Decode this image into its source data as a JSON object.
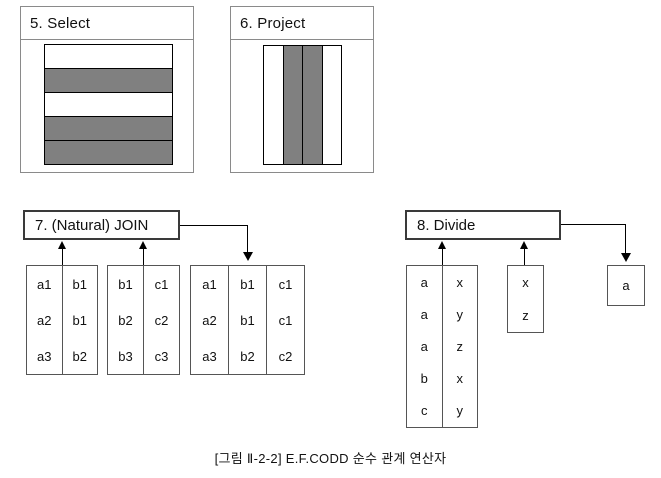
{
  "figure": {
    "caption": "[그림 Ⅱ-2-2] E.F.CODD 순수 관계 연산자",
    "colors": {
      "fill_gray": "#808080",
      "line_black": "#000000",
      "panel_border": "#8a8a8a",
      "background": "#ffffff"
    }
  },
  "operators": {
    "select": {
      "title": "5. Select",
      "diagram_type": "horizontal-stripes",
      "rows": [
        "empty",
        "fill",
        "empty",
        "fill",
        "fill"
      ]
    },
    "project": {
      "title": "6. Project",
      "diagram_type": "vertical-stripes",
      "columns": [
        "empty",
        "fill",
        "fill",
        "empty"
      ]
    },
    "join": {
      "title": "7. (Natural) JOIN",
      "tables": [
        {
          "name": "join-operand-1",
          "columns": 2,
          "rows": [
            [
              "a1",
              "b1"
            ],
            [
              "a2",
              "b1"
            ],
            [
              "a3",
              "b2"
            ]
          ]
        },
        {
          "name": "join-operand-2",
          "columns": 2,
          "rows": [
            [
              "b1",
              "c1"
            ],
            [
              "b2",
              "c2"
            ],
            [
              "b3",
              "c3"
            ]
          ]
        },
        {
          "name": "join-result",
          "columns": 3,
          "rows": [
            [
              "a1",
              "b1",
              "c1"
            ],
            [
              "a2",
              "b1",
              "c1"
            ],
            [
              "a3",
              "b2",
              "c2"
            ]
          ]
        }
      ]
    },
    "divide": {
      "title": "8. Divide",
      "tables": [
        {
          "name": "divide-dividend",
          "columns": 2,
          "rows": [
            [
              "a",
              "x"
            ],
            [
              "a",
              "y"
            ],
            [
              "a",
              "z"
            ],
            [
              "b",
              "x"
            ],
            [
              "c",
              "y"
            ]
          ]
        },
        {
          "name": "divide-divisor",
          "columns": 1,
          "rows": [
            [
              "x"
            ],
            [
              "z"
            ]
          ]
        },
        {
          "name": "divide-result",
          "columns": 1,
          "rows": [
            [
              "a"
            ]
          ]
        }
      ]
    }
  }
}
